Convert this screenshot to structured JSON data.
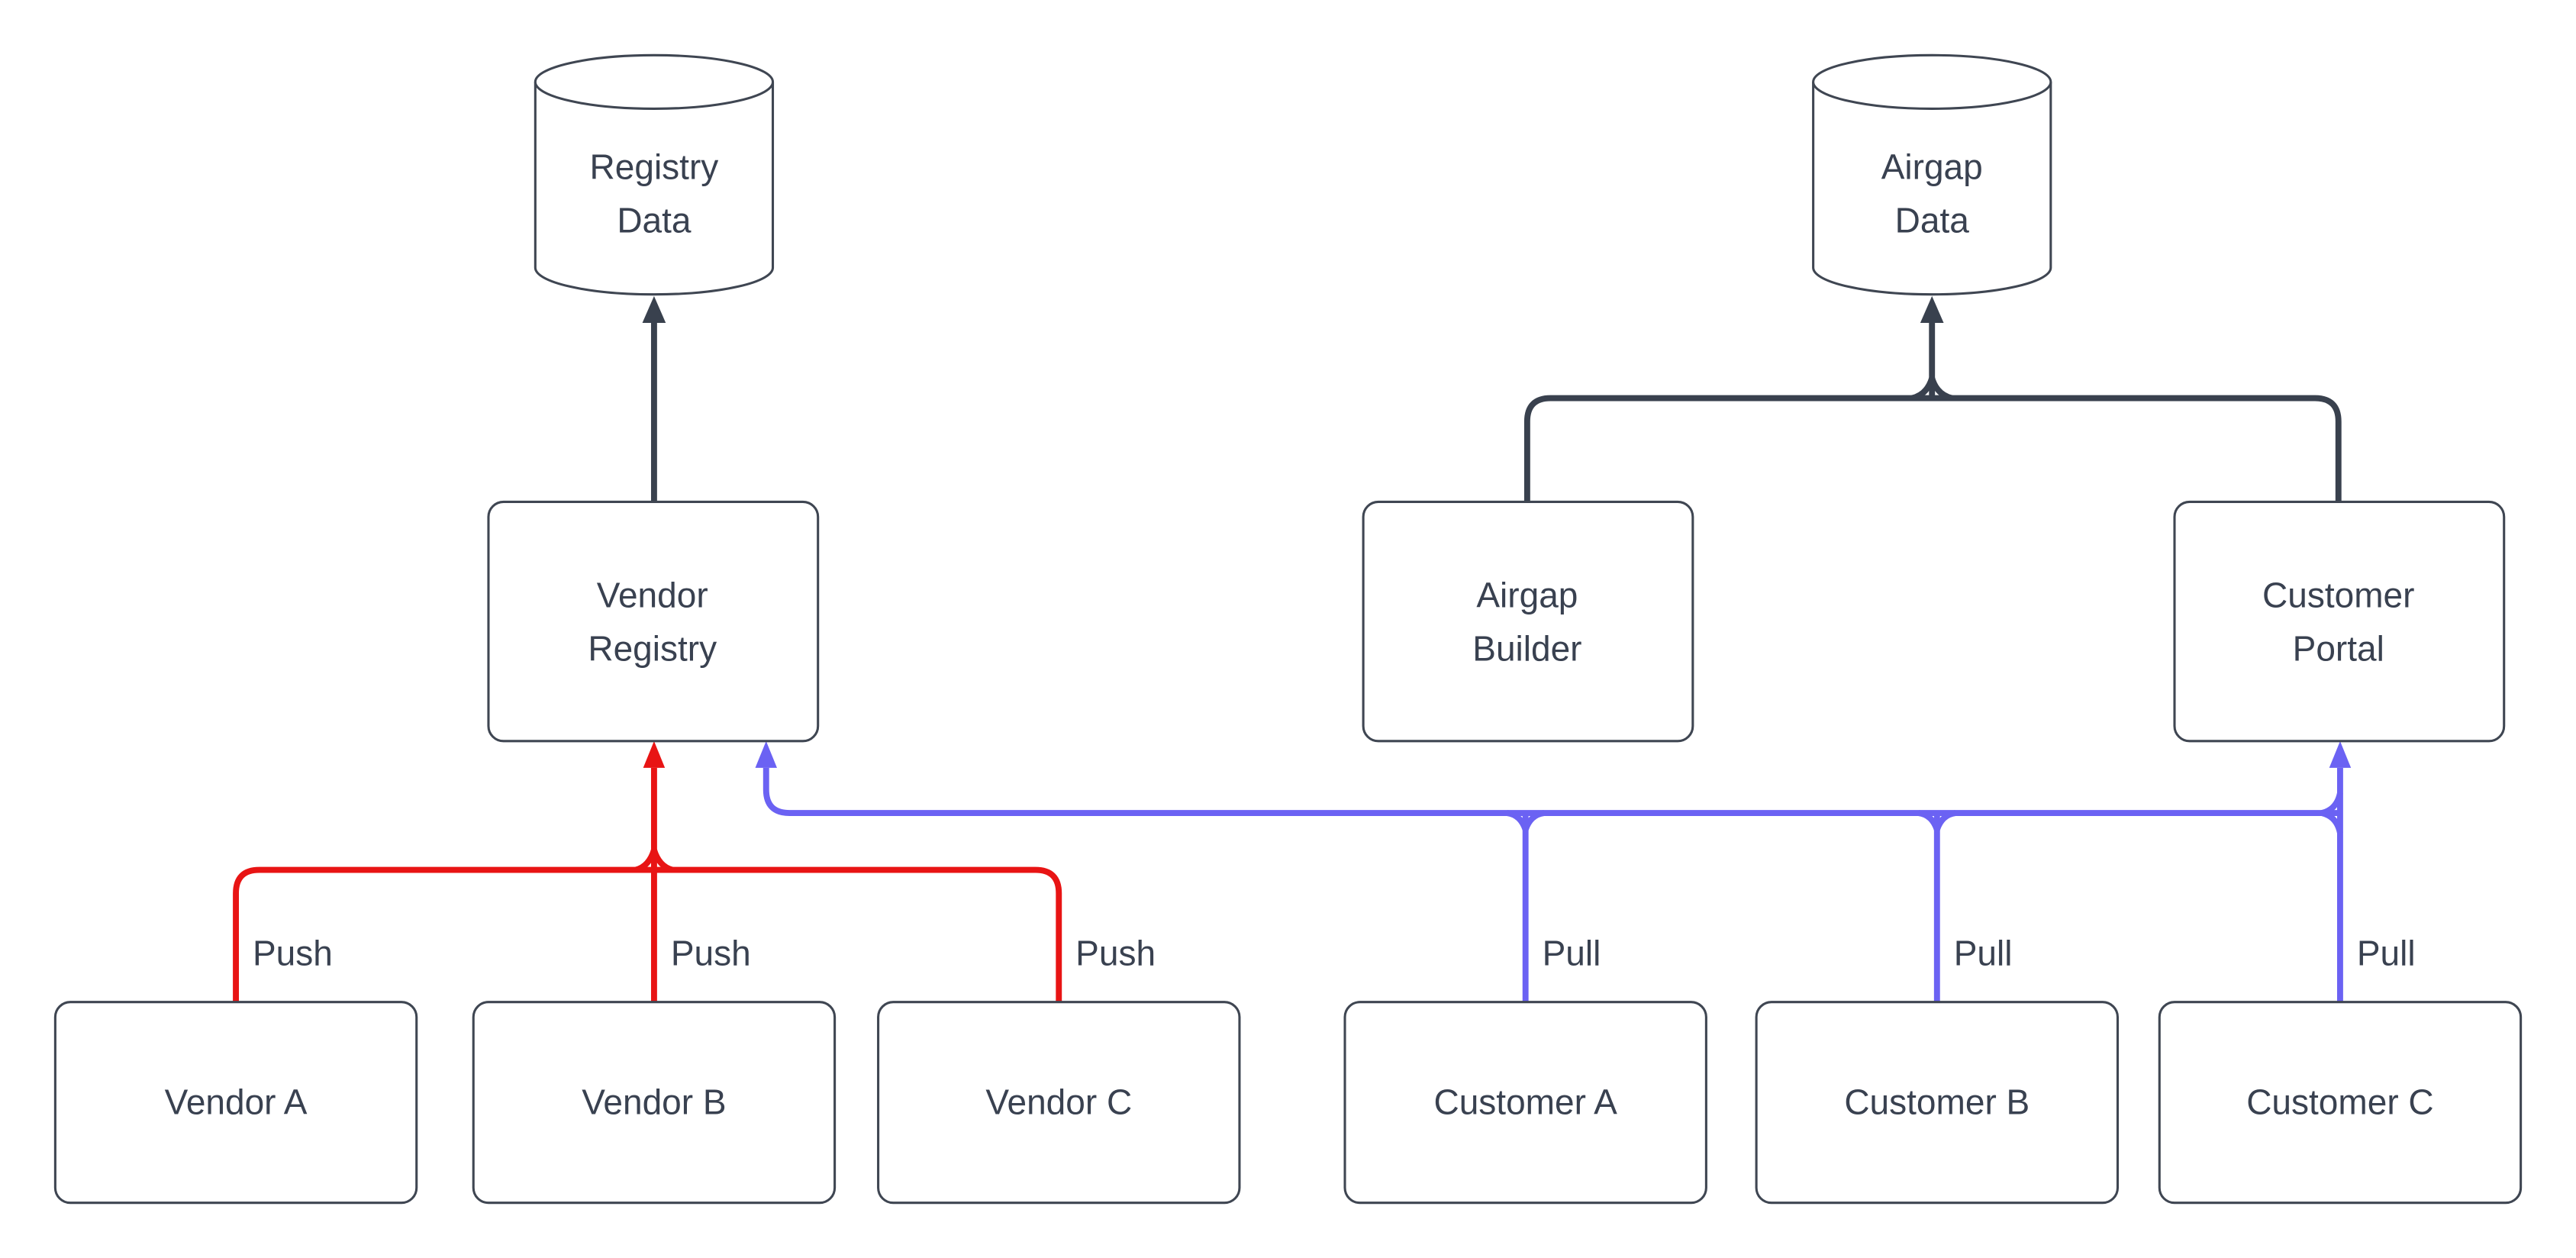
{
  "page": {
    "background": "#ffffff"
  },
  "diagram": {
    "colors": {
      "node_border": "#3f4652",
      "node_fill": "#ffffff",
      "text": "#394150",
      "flow_dark": "#39414e",
      "push_red": "#e81414",
      "pull_blue": "#6b62f3"
    },
    "nodes": {
      "registry_data": {
        "shape": "database-cylinder",
        "line1": "Registry",
        "line2": "Data"
      },
      "airgap_data": {
        "shape": "database-cylinder",
        "line1": "Airgap",
        "line2": "Data"
      },
      "vendor_registry": {
        "shape": "rounded-box",
        "line1": "Vendor",
        "line2": "Registry"
      },
      "airgap_builder": {
        "shape": "rounded-box",
        "line1": "Airgap",
        "line2": "Builder"
      },
      "customer_portal": {
        "shape": "rounded-box",
        "line1": "Customer",
        "line2": "Portal"
      },
      "vendor_a": {
        "shape": "rounded-box",
        "line1": "Vendor A"
      },
      "vendor_b": {
        "shape": "rounded-box",
        "line1": "Vendor B"
      },
      "vendor_c": {
        "shape": "rounded-box",
        "line1": "Vendor C"
      },
      "customer_a": {
        "shape": "rounded-box",
        "line1": "Customer A"
      },
      "customer_b": {
        "shape": "rounded-box",
        "line1": "Customer B"
      },
      "customer_c": {
        "shape": "rounded-box",
        "line1": "Customer C"
      }
    },
    "edge_labels": {
      "push": "Push",
      "pull": "Pull"
    }
  }
}
